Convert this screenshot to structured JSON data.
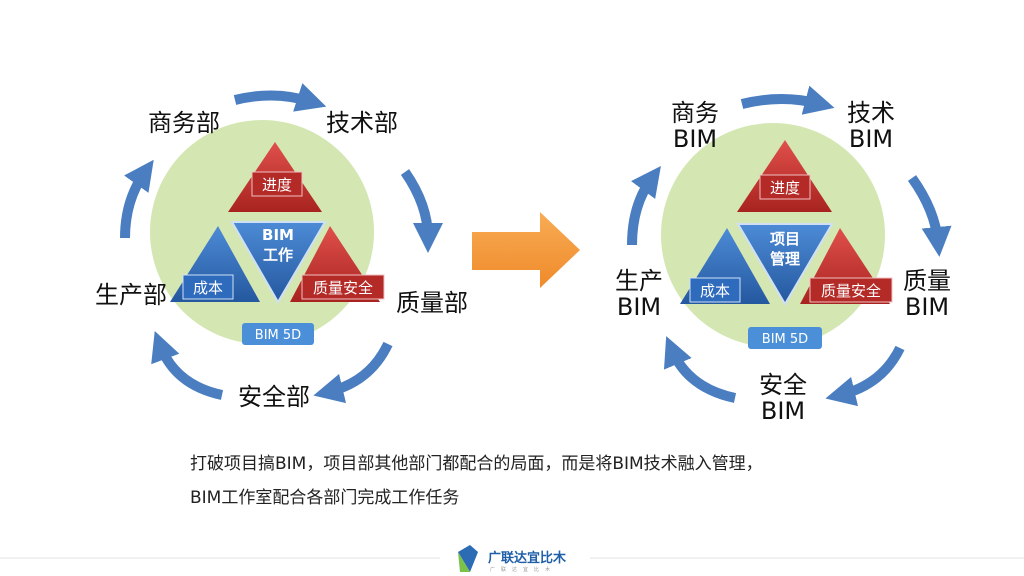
{
  "left": {
    "departments": {
      "top_left": "商务部",
      "top_right": "技术部",
      "right": "质量部",
      "bottom": "安全部",
      "left": "生产部"
    },
    "center": [
      "BIM",
      "工作"
    ],
    "progress": "进度",
    "cost": "成本",
    "quality": "质量安全",
    "badge": "BIM 5D"
  },
  "right": {
    "departments": {
      "top_left": [
        "商务",
        "BIM"
      ],
      "top_right": [
        "技术",
        "BIM"
      ],
      "right": [
        "质量",
        "BIM"
      ],
      "bottom": [
        "安全",
        "BIM"
      ],
      "left": [
        "生产",
        "BIM"
      ]
    },
    "center": [
      "项目",
      "管理"
    ],
    "progress": "进度",
    "cost": "成本",
    "quality": "质量安全",
    "badge": "BIM 5D"
  },
  "caption": {
    "line1": "打破项目搞BIM，项目部其他部门都配合的局面，而是将BIM技术融入管理，",
    "line2": "BIM工作室配合各部门完成工作任务"
  },
  "logo": {
    "name": "广联达宜比木",
    "tagline": "广联达宜比木"
  },
  "colors": {
    "circle": "#d4e7b3",
    "arrow_blue": "#4a7ec0",
    "red": "#c0312f",
    "blue_tri": "#2f6bbd",
    "orange": "#f49a3d"
  }
}
